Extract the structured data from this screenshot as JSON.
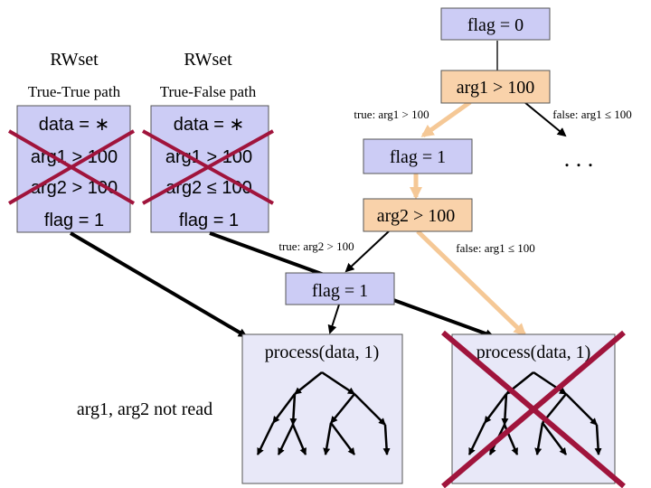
{
  "left_panel": {
    "rwset_headers": [
      "RWset",
      "RWset"
    ],
    "path_labels": [
      "True-True path",
      "True-False path"
    ],
    "boxes": [
      {
        "lines": [
          "data = ∗",
          "arg1 > 100",
          "arg2 > 100",
          "flag = 1"
        ]
      },
      {
        "lines": [
          "data = ∗",
          "arg1 > 100",
          "arg2 ≤ 100",
          "flag = 1"
        ]
      }
    ]
  },
  "tree": {
    "node_flag0": "flag = 0",
    "node_arg1": "arg1 > 100",
    "edge_true_arg1": "true: arg1 > 100",
    "edge_false_arg1": "false: arg1 ≤ 100",
    "ellipsis": ". . .",
    "node_flag1_top": "flag = 1",
    "node_arg2": "arg2 > 100",
    "edge_true_arg2": "true: arg2 > 100",
    "edge_false_arg2": "false: arg1 ≤ 100",
    "node_flag1_mid": "flag = 1",
    "process_left": "process(data, 1)",
    "process_right": "process(data, 1)",
    "note": "arg1, arg2 not read"
  },
  "colors": {
    "box_fill": "#ccccf5",
    "orange_fill": "#f9d2aa",
    "peach_line": "#f5c896",
    "lavender_fill": "#e8e8f8",
    "cross": "#a0143c"
  }
}
